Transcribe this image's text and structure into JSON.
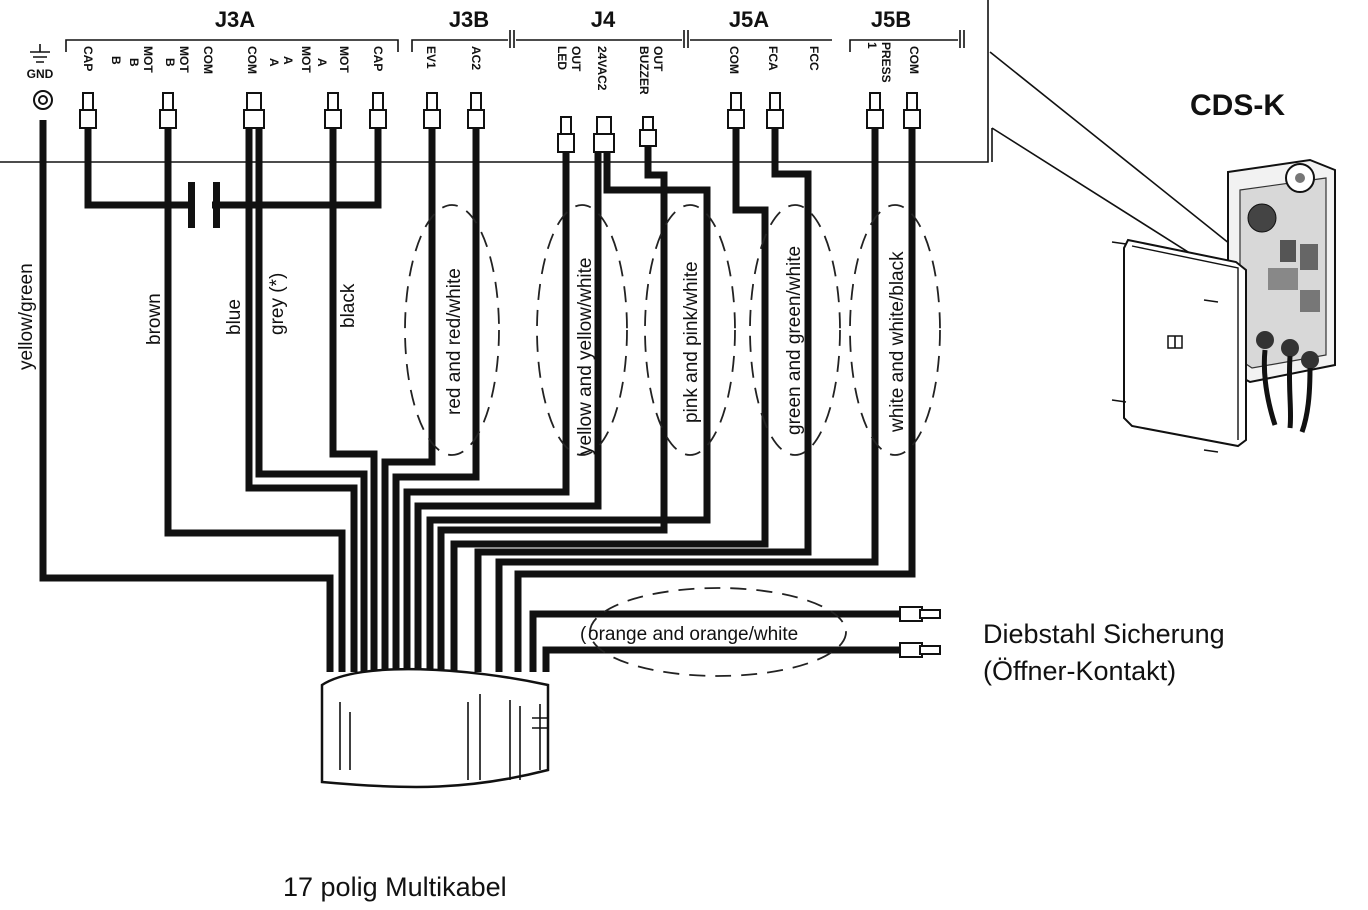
{
  "connector_groups": [
    "J3A",
    "J3B",
    "J4",
    "J5A",
    "J5B"
  ],
  "gnd_label": "GND",
  "terminals": {
    "j3a": [
      {
        "top": "CAP",
        "sub": ""
      },
      {
        "top": "B",
        "sub": ""
      },
      {
        "top": "MOT",
        "sub": "B"
      },
      {
        "top": "MOT",
        "sub": "B"
      },
      {
        "top": "COM",
        "sub": ""
      },
      {
        "top": "COM",
        "sub": ""
      },
      {
        "top": "A",
        "sub": ""
      },
      {
        "top": "MOT",
        "sub": "A"
      },
      {
        "top": "MOT",
        "sub": "A"
      },
      {
        "top": "CAP",
        "sub": ""
      }
    ],
    "j3b": [
      "EV1",
      "AC2"
    ],
    "j4": [
      "OUT",
      "LED",
      "24VAC2",
      "OUT",
      "BUZZER"
    ],
    "j5a": [
      "COM",
      "FCA",
      "FCC"
    ],
    "j5b": [
      "PRESS",
      "1",
      "COM"
    ]
  },
  "wire_labels": {
    "yellow_green": "yellow/green",
    "brown": "brown",
    "blue": "blue",
    "grey": "grey (*)",
    "black": "black",
    "red": "red and red/white",
    "yellow": "yellow and yellow/white",
    "pink": "pink and pink/white",
    "green": "green and green/white",
    "white": "white and white/black",
    "orange": "orange and orange/white"
  },
  "device_title": "CDS-K",
  "theft_label": {
    "line1": "Diebstahl Sicherung",
    "line2": "(Öffner-Kontakt)"
  },
  "cable_label": "17 polig Multikabel"
}
